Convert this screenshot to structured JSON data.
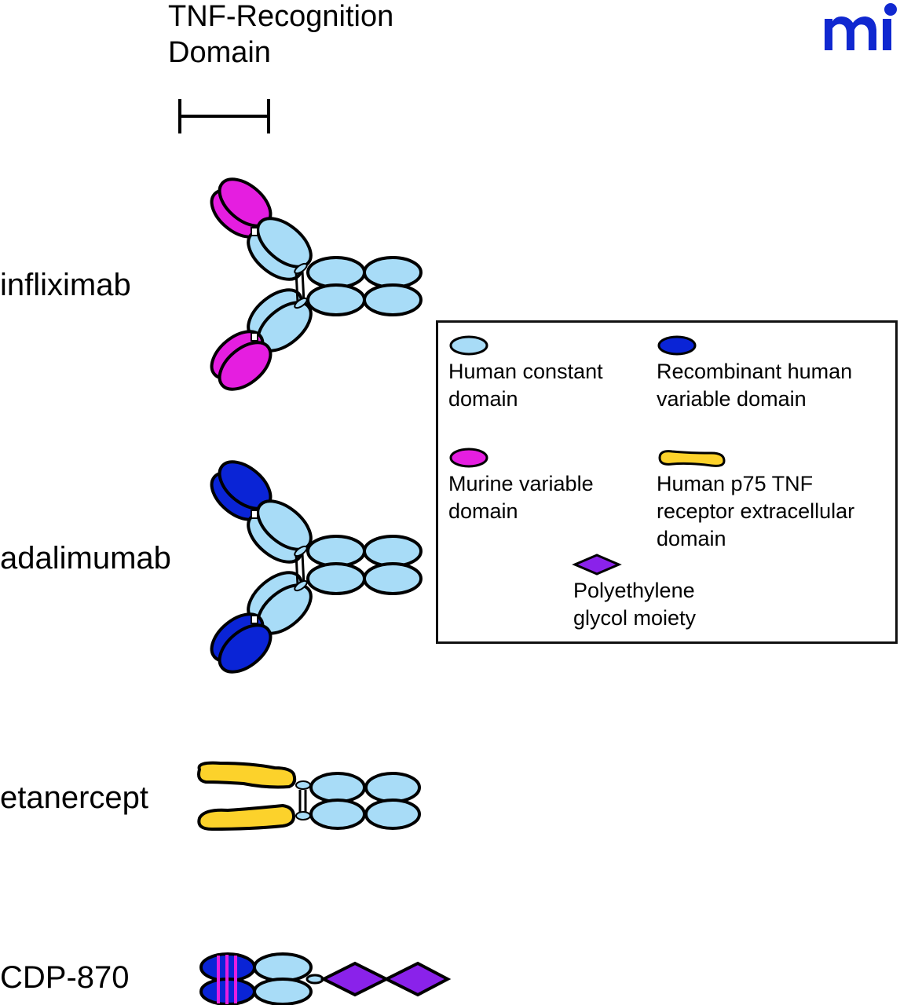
{
  "figure": {
    "title_lines": [
      "TNF-Recognition",
      "Domain"
    ],
    "logo_text": "mi",
    "scale_bar": "tnf-recognition-domain-scale"
  },
  "colors": {
    "human_constant": "#a8dcf7",
    "recombinant_human_variable": "#0a24d6",
    "murine_variable": "#e51ee0",
    "p75_receptor": "#fcd22b",
    "peg": "#8a22ea",
    "outline": "#000000",
    "logo": "#1028d0"
  },
  "drugs": [
    {
      "name": "infliximab",
      "structure": "IgG antibody with murine variable domains"
    },
    {
      "name": "adalimumab",
      "structure": "IgG antibody with recombinant human variable domains"
    },
    {
      "name": "etanercept",
      "structure": "p75 TNF receptor fused to human Fc"
    },
    {
      "name": "CDP-870",
      "structure": "Fab fragment with PEG moieties"
    }
  ],
  "legend": {
    "items": [
      {
        "label_lines": [
          "Human constant",
          "domain"
        ],
        "symbol": "light-blue-ellipse"
      },
      {
        "label_lines": [
          "Recombinant human",
          "variable domain"
        ],
        "symbol": "dark-blue-ellipse"
      },
      {
        "label_lines": [
          "Murine variable",
          "domain"
        ],
        "symbol": "magenta-ellipse"
      },
      {
        "label_lines": [
          "Human p75 TNF",
          "receptor extracellular",
          "domain"
        ],
        "symbol": "yellow-blob"
      },
      {
        "label_lines": [
          "Polyethylene",
          "glycol moiety"
        ],
        "symbol": "purple-diamond"
      }
    ]
  }
}
